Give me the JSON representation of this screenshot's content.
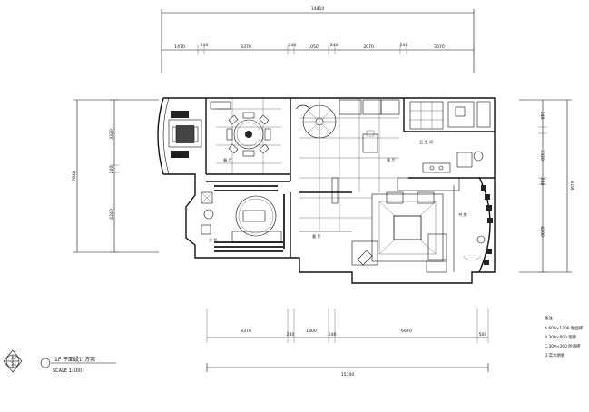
{
  "drawing": {
    "title": "1F 平面设计方案",
    "scale": "SCALE  1:100",
    "symbol_letters": [
      "1",
      "2",
      "3",
      "4"
    ]
  },
  "dimensions": {
    "top_total": "14810",
    "top_segments": [
      "1470",
      "240",
      "3370",
      "240",
      "1050",
      "240",
      "3070",
      "240",
      "3070"
    ],
    "bottom_total": "15300",
    "bottom_segments": [
      "3370",
      "240",
      "1800",
      "240",
      "6670",
      "500"
    ],
    "left_total": "7840",
    "left_segments": [
      "3320",
      "240",
      "4240"
    ],
    "right_total": "8190",
    "right_segments": [
      "240",
      "3320",
      "240",
      "4200"
    ]
  },
  "rooms": [
    "餐 厅",
    "客 厅",
    "主 卧",
    "厨 房",
    "卫 生 间",
    "书 房",
    "客 厅"
  ],
  "notes": {
    "heading": "备注",
    "items": [
      "A.600×1200 釉面砖",
      "B.300×600 墙砖",
      "C.300×300 防滑砖",
      "D.实木地板"
    ]
  }
}
